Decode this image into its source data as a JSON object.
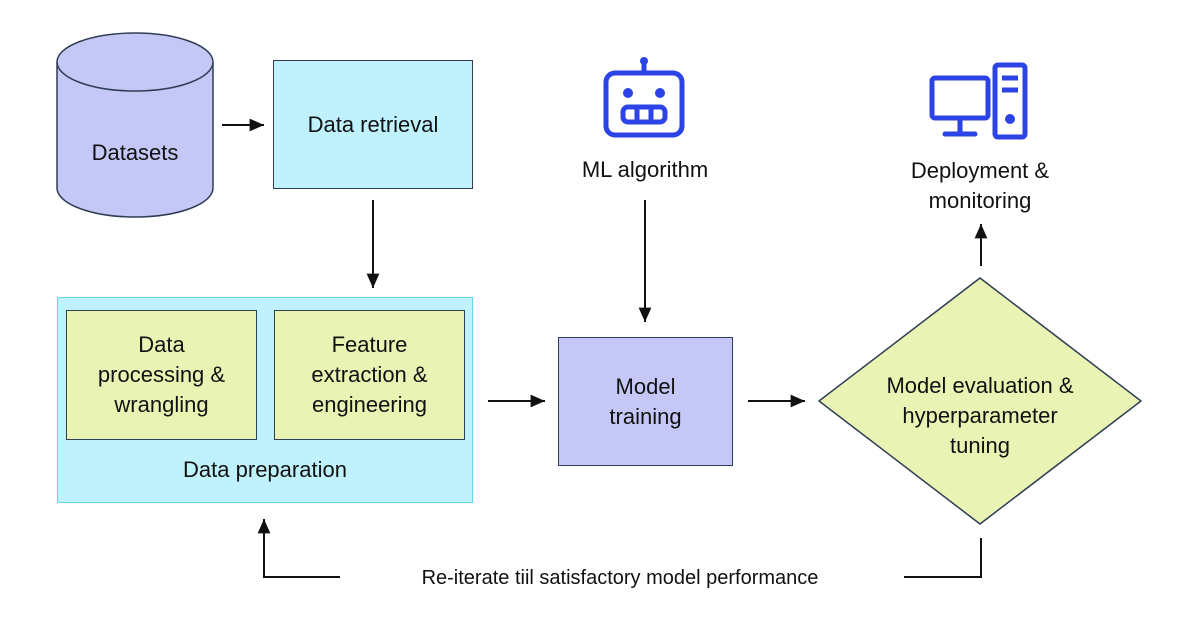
{
  "nodes": {
    "datasets": "Datasets",
    "data_retrieval": "Data retrieval",
    "data_processing": "Data\nprocessing &\nwrangling",
    "feature_extraction": "Feature\nextraction &\nengineering",
    "data_preparation": "Data preparation",
    "ml_algorithm": "ML algorithm",
    "model_training": "Model\ntraining",
    "model_evaluation": "Model evaluation &\nhyperparameter\ntuning",
    "deployment": "Deployment &\nmonitoring"
  },
  "loop_label": "Re-iterate tiil satisfactory model performance",
  "icons": {
    "datasets": "database-cylinder-icon",
    "ml_algorithm": "robot-icon",
    "deployment": "computer-icon"
  },
  "colors": {
    "cyan_fill": "#bff2fd",
    "yellow_fill": "#e9f4b4",
    "lavender_fill": "#c5c8f6",
    "icon_blue": "#2c43e6",
    "line": "#111111"
  }
}
